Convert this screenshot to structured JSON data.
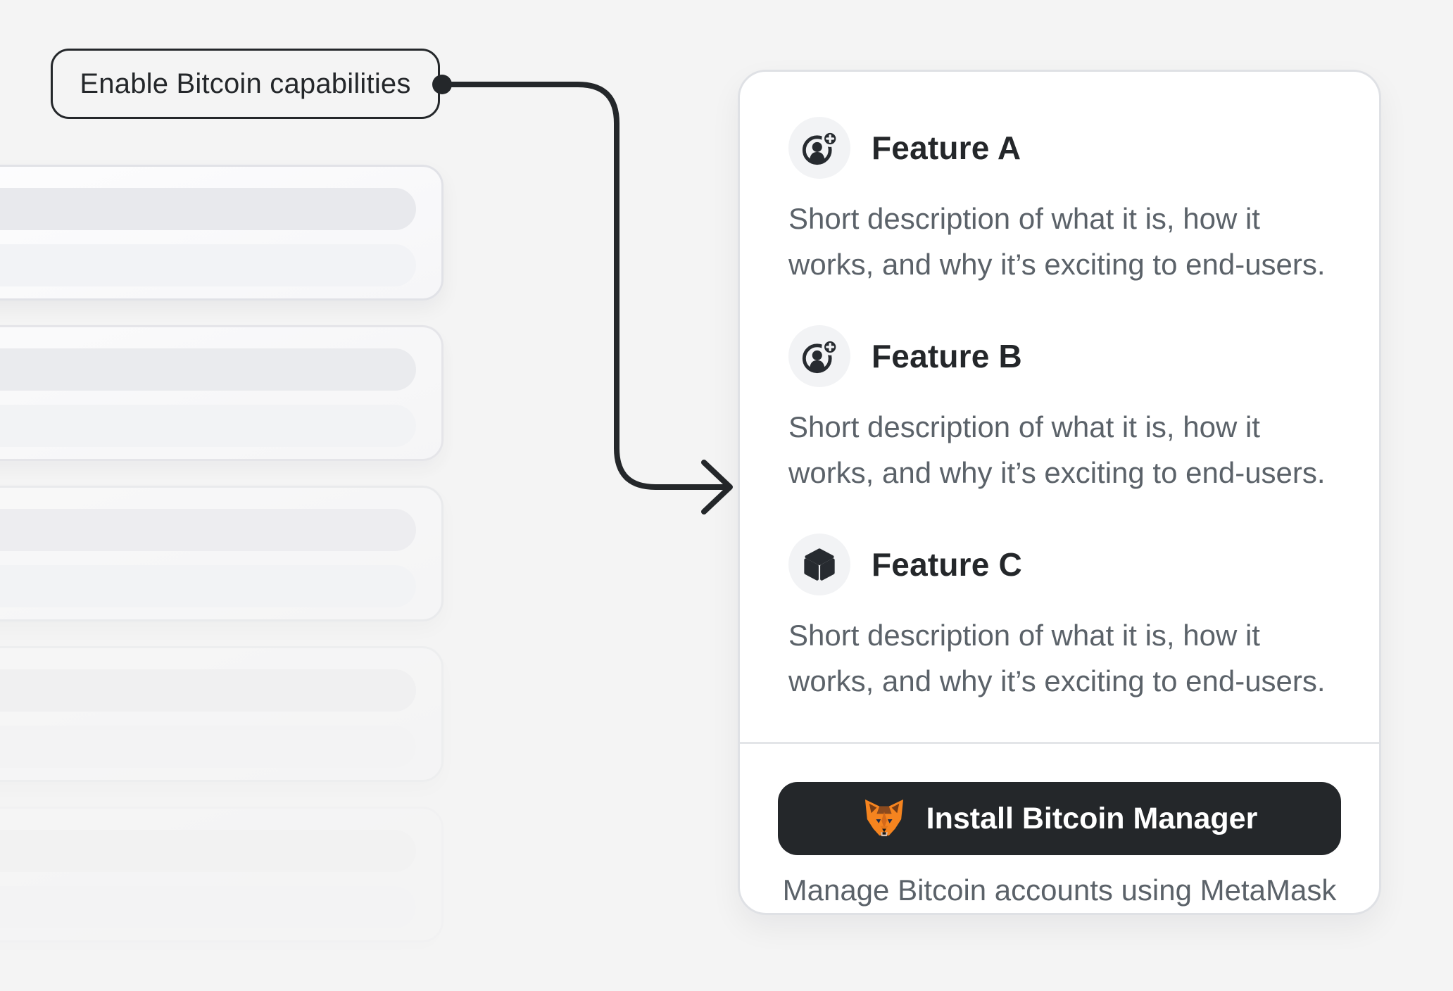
{
  "callout": {
    "label": "Enable Bitcoin capabilities"
  },
  "connector": {
    "shape": "elbow-arrow",
    "from": "callout",
    "to": "feature-card"
  },
  "skeleton": {
    "card_count": 5,
    "bars_per_card": 2
  },
  "features": [
    {
      "title": "Feature A",
      "icon": "account-add-icon",
      "description_lines": [
        "Short description of what it is, how it",
        "works, and why it’s exciting to end-users."
      ]
    },
    {
      "title": "Feature B",
      "icon": "account-add-icon",
      "description_lines": [
        "Short description of what it is, how it",
        "works, and why it’s exciting to end-users."
      ]
    },
    {
      "title": "Feature C",
      "icon": "cube-icon",
      "description_lines": [
        "Short description of what it is, how it",
        "works, and why it’s exciting to end-users."
      ]
    }
  ],
  "cta": {
    "button_label": "Install Bitcoin Manager",
    "button_icon": "metamask-fox-icon",
    "caption": "Manage Bitcoin accounts using MetaMask"
  },
  "colors": {
    "page_bg": "#f4f4f4",
    "ink": "#24272a",
    "muted_text": "#5b6269",
    "card_bg": "#ffffff",
    "card_border": "#dfe1e5",
    "icon_circle_bg": "#f2f3f5",
    "divider": "#e3e5e8",
    "button_bg": "#24272a",
    "button_text": "#ffffff",
    "fox_orange": "#f5841f"
  }
}
